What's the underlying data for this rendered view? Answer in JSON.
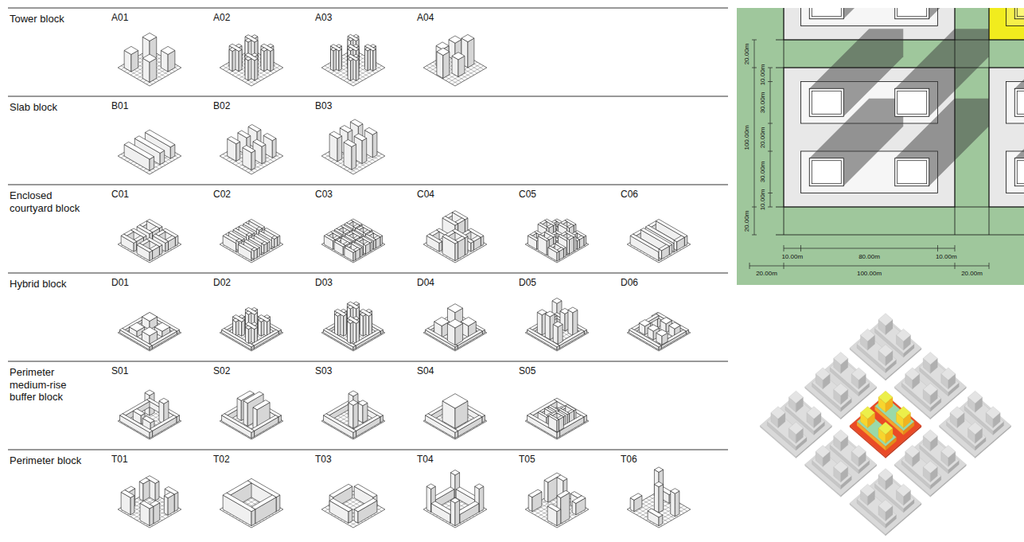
{
  "diagram": {
    "labels": [
      "Tower block",
      "A01",
      "A02",
      "A03",
      "A04",
      "Slab block",
      "B01",
      "B02",
      "B03",
      "Enclosed courtyard block",
      "C01",
      "C02",
      "C03",
      "C04",
      "C05",
      "C06",
      "Hybrid block",
      "D01",
      "D02",
      "D03",
      "D04",
      "D05",
      "D06",
      "Perimeter medium-rise buffer block",
      "S01",
      "S02",
      "S03",
      "S04",
      "S05",
      "Perimeter block",
      "T01",
      "T02",
      "T03",
      "T04",
      "T05",
      "T06",
      "20.00m",
      "10.00m",
      "30.00m",
      "100.00m",
      "20.00m",
      "30.00m",
      "10.00m",
      "20.00m",
      "10.00m",
      "80.00m",
      "10.00m",
      "20.00m",
      "100.00m",
      "20.00m"
    ]
  }
}
